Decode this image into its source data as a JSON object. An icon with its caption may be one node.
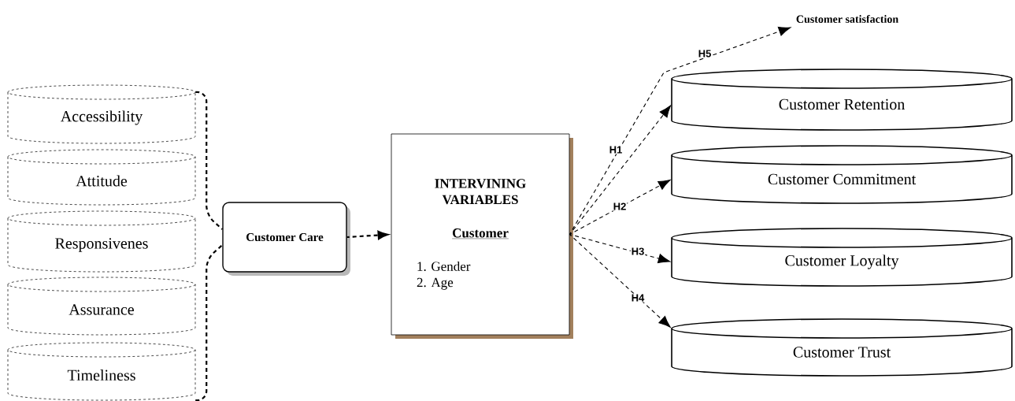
{
  "diagram": {
    "nodes": [
      {
        "text": [
          "Accessibility"
        ]
      },
      {
        "text": [
          "Attitude"
        ]
      },
      {
        "text": [
          "Responsivenes"
        ]
      },
      {
        "text": [
          "Assurance"
        ]
      },
      {
        "text": [
          "Timeliness"
        ]
      },
      {
        "text": [
          "Customer Care"
        ]
      },
      {
        "text": [
          "INTERVINING VARIABLES",
          "Customer",
          "1.  Gender",
          "2.  Age"
        ]
      },
      {
        "text": [
          "Customer satisfaction"
        ]
      },
      {
        "text": [
          "Customer Retention"
        ]
      },
      {
        "text": [
          "Customer Commitment"
        ]
      },
      {
        "text": [
          "Customer Loyalty"
        ]
      },
      {
        "text": [
          "Customer Trust"
        ]
      }
    ],
    "edges": [
      {
        "from": 0,
        "to": 5,
        "arrow": "none",
        "style": "dashed"
      },
      {
        "from": 4,
        "to": 5,
        "arrow": "none",
        "style": "dashed"
      },
      {
        "from": 5,
        "to": 6,
        "arrow": "to",
        "style": "dashed"
      },
      {
        "from": 6,
        "to": 7,
        "arrow": "to",
        "label": "H5",
        "style": "dashed"
      },
      {
        "from": 6,
        "to": 8,
        "arrow": "to",
        "label": "H1",
        "style": "dashed"
      },
      {
        "from": 6,
        "to": 9,
        "arrow": "to",
        "label": "H2",
        "style": "dashed"
      },
      {
        "from": 6,
        "to": 10,
        "arrow": "to",
        "label": "H3",
        "style": "dashed"
      },
      {
        "from": 6,
        "to": 11,
        "arrow": "to",
        "label": "H4",
        "style": "dashed"
      }
    ]
  }
}
